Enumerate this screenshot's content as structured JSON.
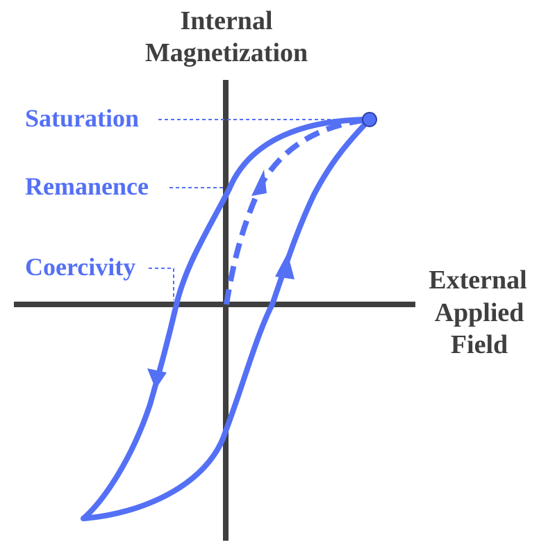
{
  "diagram": {
    "y_axis_label_line1": "Internal",
    "y_axis_label_line2": "Magnetization",
    "x_axis_label_line1": "External",
    "x_axis_label_line2": "Applied",
    "x_axis_label_line3": "Field",
    "label_saturation": "Saturation",
    "label_remanence": "Remanence",
    "label_coercivity": "Coercivity"
  },
  "colors": {
    "axis": "#3f3f3f",
    "curve": "#5470f5",
    "saturation_point_stroke": "#2a3fa8",
    "background": "#ffffff"
  }
}
